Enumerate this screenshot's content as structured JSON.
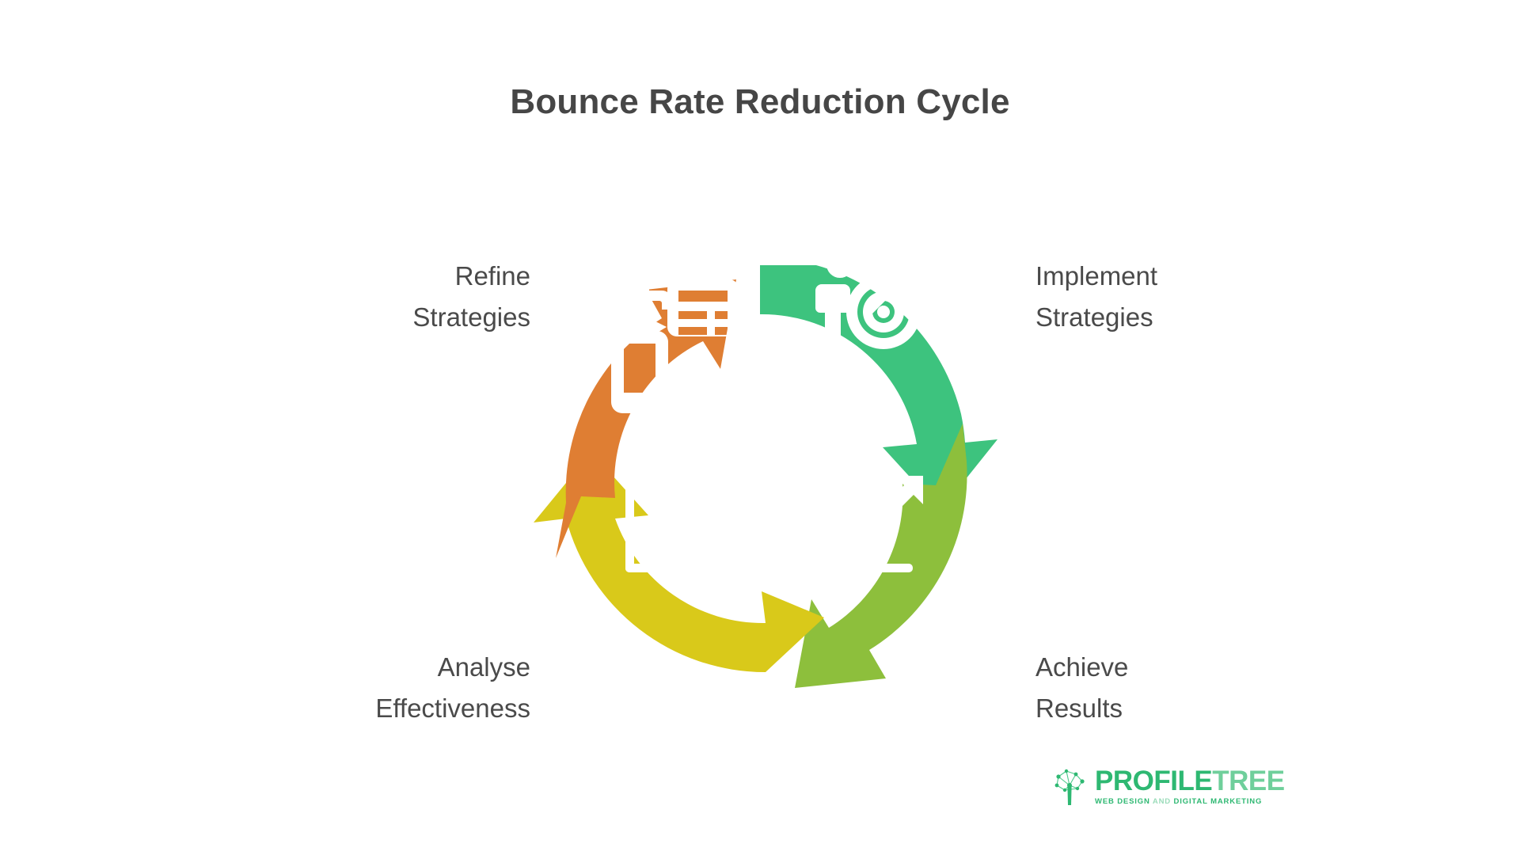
{
  "page": {
    "title": "Bounce Rate Reduction Cycle",
    "background": "#FFFFFF"
  },
  "diagram": {
    "type": "cyclical-arrow-wheel",
    "segment_count": 4,
    "direction": "clockwise",
    "segments": [
      {
        "id": "implement",
        "position": "top-right",
        "label": "Implement\nStrategies",
        "label_align": "left",
        "color": "#3DC37E",
        "icon": "person-with-target-icon",
        "icon_description": "person standing beside a dartboard target hit by an arrow"
      },
      {
        "id": "achieve",
        "position": "bottom-right",
        "label": "Achieve\nResults",
        "label_align": "left",
        "color": "#8DBF3C",
        "icon": "eye-growth-chart-icon",
        "icon_description": "chart axes with an eye and an upward diagonal arrow"
      },
      {
        "id": "analyse",
        "position": "bottom-left",
        "label": "Analyse\nEffectiveness",
        "label_align": "right",
        "color": "#D9C91A",
        "icon": "analytics-chart-plus-icon",
        "icon_description": "chart axes with a zig-zag line graph, equals sign and plus sign"
      },
      {
        "id": "refine",
        "position": "top-left",
        "label": "Refine\nStrategies",
        "label_align": "right",
        "color": "#DF7E33",
        "icon": "mobile-table-sync-icon",
        "icon_description": "mobile device with transfer arrows next to a data table"
      }
    ]
  },
  "logo": {
    "name": "profiletree-logo",
    "mark": "network-tree-icon",
    "word_primary": "PROFILE",
    "word_secondary": "TREE",
    "tagline_part1": "WEB DESIGN ",
    "tagline_and": "AND",
    "tagline_part2": " DIGITAL MARKETING",
    "color_primary": "#2EB872",
    "color_secondary": "#6FCF9B"
  },
  "colors": {
    "title": "#464646",
    "label": "#4A4A4A",
    "green": "#3DC37E",
    "lime": "#8DBF3C",
    "yellow": "#D9C91A",
    "orange": "#DF7E33",
    "icon": "#FFFFFF"
  }
}
